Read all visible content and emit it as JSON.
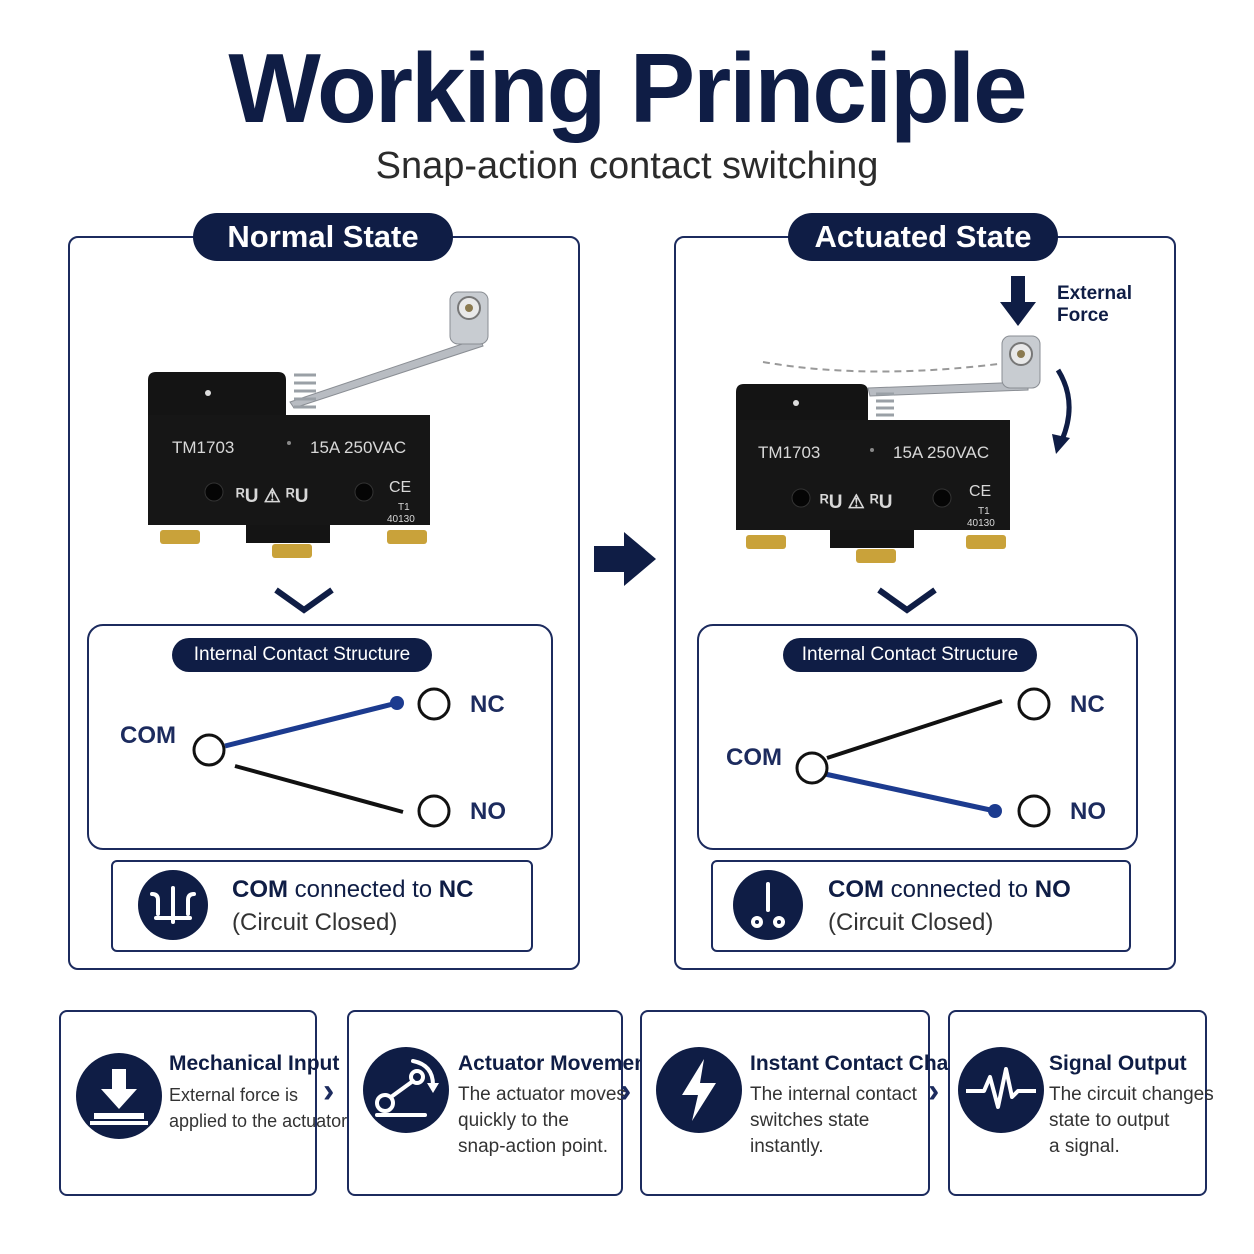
{
  "header": {
    "title": "Working Principle",
    "subtitle": "Snap-action contact switching"
  },
  "normal": {
    "label": "Normal State",
    "model": "TM1703",
    "rating": "15A 250VAC",
    "cert_t1": "T1",
    "cert_code": "40130",
    "ce": "CE",
    "structure_label": "Internal Contact Structure",
    "com": "COM",
    "nc": "NC",
    "no": "NO",
    "status_com": "COM",
    "status_connected": " connected to ",
    "status_target": "NC",
    "status_sub": "(Circuit Closed)"
  },
  "actuated": {
    "label": "Actuated State",
    "force_line1": "External",
    "force_line2": "Force",
    "model": "TM1703",
    "rating": "15A 250VAC",
    "cert_t1": "T1",
    "cert_code": "40130",
    "ce": "CE",
    "structure_label": "Internal Contact Structure",
    "com": "COM",
    "nc": "NC",
    "no": "NO",
    "status_com": "COM",
    "status_connected": " connected to ",
    "status_target": "NO",
    "status_sub": "(Circuit Closed)"
  },
  "steps": [
    {
      "title": "Mechanical Input",
      "desc1": "External force is",
      "desc2": "applied to the actuator.",
      "desc3": "",
      "icon": "download-press-icon"
    },
    {
      "title": "Actuator Movement",
      "desc1": "The actuator moves",
      "desc2": "quickly to the",
      "desc3": "snap-action point.",
      "icon": "lever-rotate-icon"
    },
    {
      "title": "Instant Contact Change",
      "desc1": "The internal contact",
      "desc2": "switches state",
      "desc3": "instantly.",
      "icon": "lightning-icon"
    },
    {
      "title": "Signal Output",
      "desc1": "The circuit changes",
      "desc2": "state to output",
      "desc3": "a signal.",
      "icon": "pulse-wave-icon"
    }
  ],
  "colors": {
    "navy": "#0f1d45",
    "active_wire": "#1c3b8f",
    "brass": "#c9a23a"
  }
}
